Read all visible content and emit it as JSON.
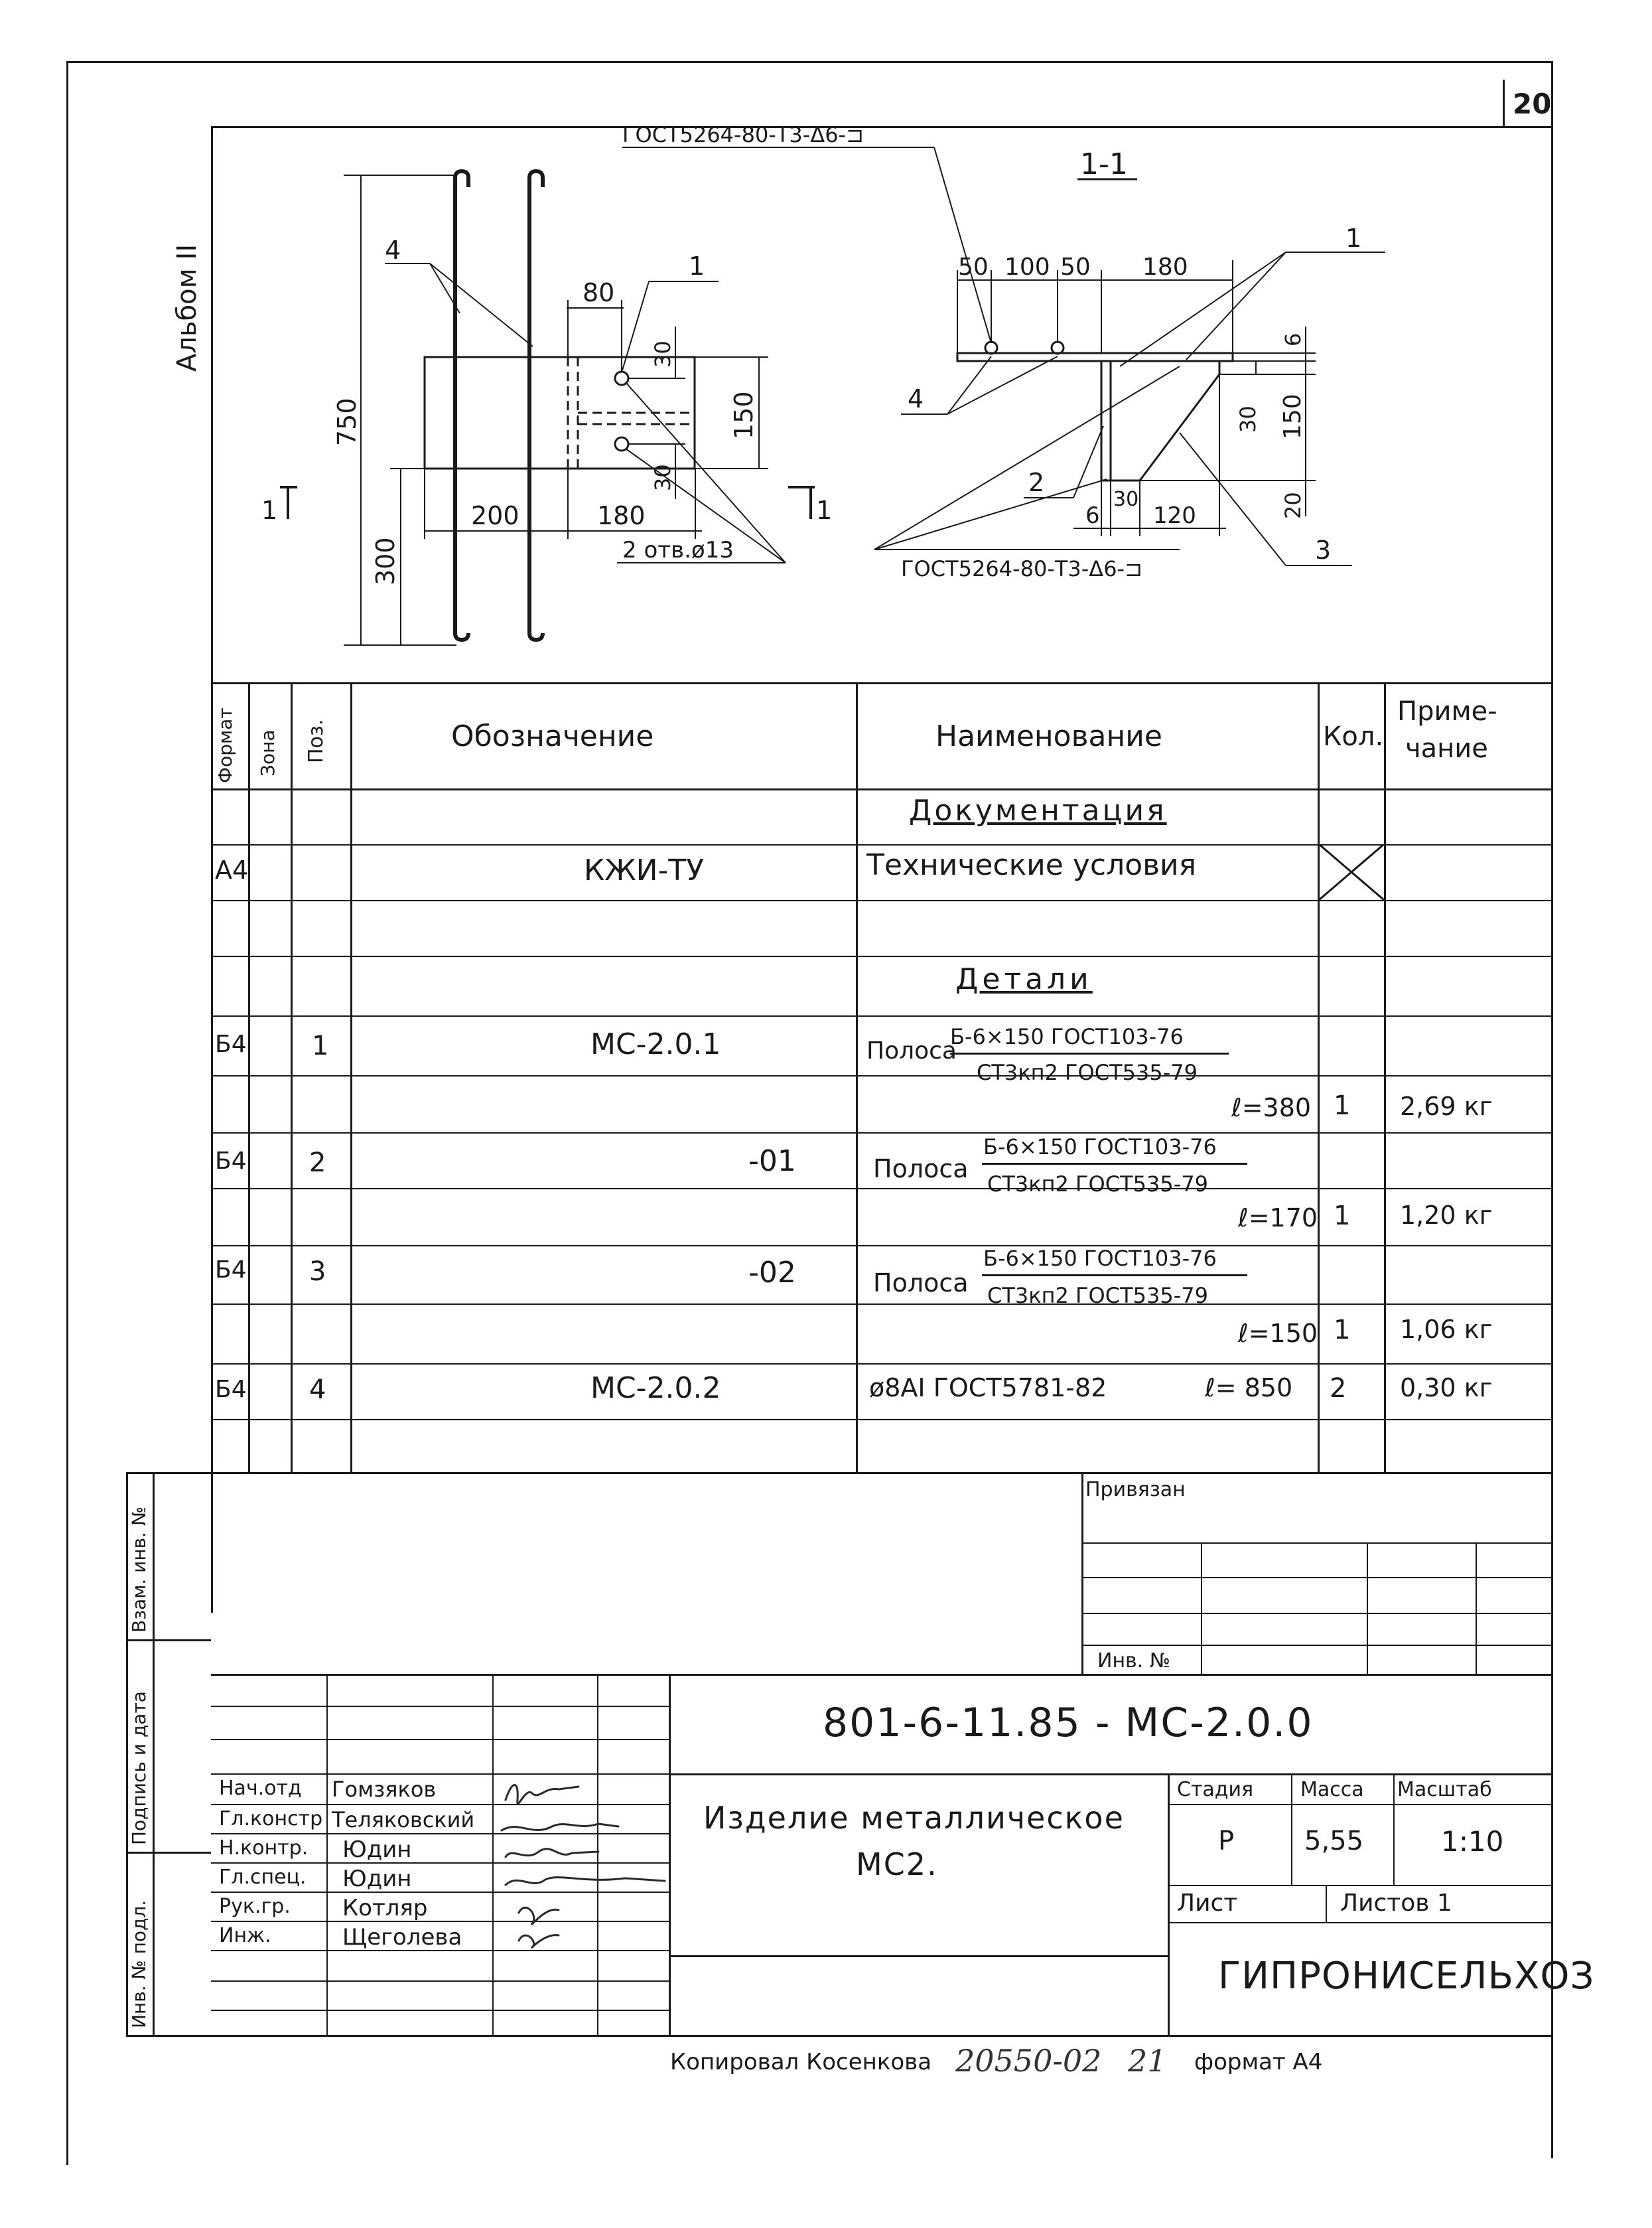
{
  "sheet": {
    "number": "20",
    "album": "Альбом II"
  },
  "drawing": {
    "plan": {
      "d750": "750",
      "d300": "300",
      "d200": "200",
      "d180": "180",
      "d80": "80",
      "d150": "150",
      "d30a": "30",
      "d30b": "30",
      "holes": "2 отв.ø13",
      "pos1": "1",
      "pos4": "4",
      "cut_left": "1",
      "cut_right": "1"
    },
    "section": {
      "title": "1-1",
      "weld_top": "ГОСТ5264-80-Т3-Δ6-⊐",
      "weld_bottom": "ГОСТ5264-80-Т3-Δ6-⊐",
      "d50a": "50",
      "d100": "100",
      "d50b": "50",
      "d180": "180",
      "d6a": "6",
      "d30v": "30",
      "d150": "150",
      "d20": "20",
      "d6b": "6",
      "d30h": "30",
      "d120": "120",
      "pos1": "1",
      "pos2": "2",
      "pos3": "3",
      "pos4": "4"
    }
  },
  "spec": {
    "headers": {
      "format": "Формат",
      "zone": "Зона",
      "pos": "Поз.",
      "designation": "Обозначение",
      "name": "Наименование",
      "qty": "Кол.",
      "note_line1": "Приме-",
      "note_line2": "чание"
    },
    "section_docs": "Документация",
    "doc_row": {
      "format": "А4",
      "designation": "КЖИ-ТУ",
      "name": "Технические условия"
    },
    "section_parts": "Детали",
    "rows": [
      {
        "format": "Б4",
        "pos": "1",
        "designation": "МС-2.0.1",
        "name_prefix": "Полоса",
        "numerator": "Б-6×150 ГОСТ103-76",
        "denominator": "СТ3кп2 ГОСТ535-79",
        "length": "ℓ=380",
        "qty": "1",
        "note": "2,69 кг"
      },
      {
        "format": "Б4",
        "pos": "2",
        "designation": "-01",
        "name_prefix": "Полоса",
        "numerator": "Б-6×150 ГОСТ103-76",
        "denominator": "СТ3кп2 ГОСТ535-79",
        "length": "ℓ=170",
        "qty": "1",
        "note": "1,20 кг"
      },
      {
        "format": "Б4",
        "pos": "3",
        "designation": "-02",
        "name_prefix": "Полоса",
        "numerator": "Б-6×150 ГОСТ103-76",
        "denominator": "СТ3кп2 ГОСТ535-79",
        "length": "ℓ=150",
        "qty": "1",
        "note": "1,06 кг"
      }
    ],
    "rod_row": {
      "format": "Б4",
      "pos": "4",
      "designation": "МС-2.0.2",
      "name": "ø8АI ГОСТ5781-82",
      "length": "ℓ= 850",
      "qty": "2",
      "note": "0,30 кг"
    }
  },
  "side_stamp": {
    "vzam": "Взам. инв. №",
    "podpis": "Подпись и дата",
    "inv": "Инв. № подл."
  },
  "tied": {
    "label": "Привязан",
    "inv": "Инв. №"
  },
  "title_block": {
    "code": "801-6-11.85 - МС-2.0.0",
    "product_line1": "Изделие металлическое",
    "product_line2": "МС2.",
    "stage_h": "Стадия",
    "mass_h": "Масса",
    "scale_h": "Масштаб",
    "stage": "Р",
    "mass": "5,55",
    "scale": "1:10",
    "sheet_label": "Лист",
    "sheets_label": "Листов 1",
    "org": "ГИПРОНИСЕЛЬХОЗ",
    "people": [
      {
        "role": "Нач.отд",
        "name": "Гомзяков"
      },
      {
        "role": "Гл.констр",
        "name": "Теляковский"
      },
      {
        "role": "Н.контр.",
        "name": "Юдин"
      },
      {
        "role": "Гл.спец.",
        "name": "Юдин"
      },
      {
        "role": "Рук.гр.",
        "name": "Котляр"
      },
      {
        "role": "Инж.",
        "name": "Щеголева"
      }
    ]
  },
  "footer": {
    "copied": "Копировал Косенкова",
    "number": "20550-02",
    "sub": "21",
    "format": "формат А4"
  }
}
